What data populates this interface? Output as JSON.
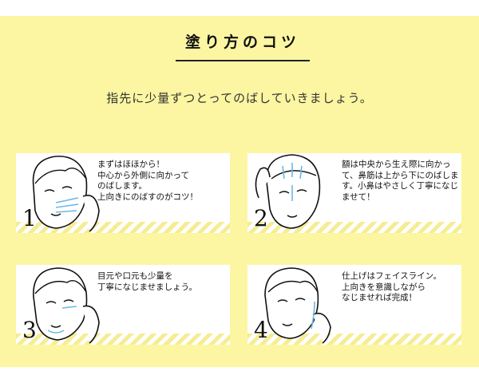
{
  "title": "塗り方のコツ",
  "subtitle": "指先に少量ずつとってのばしていきましょう。",
  "steps": [
    {
      "number": "1",
      "text": "まずはほほから！\n中心から外側に向かって\nのばします。\n上向きにのばすのがコツ！"
    },
    {
      "number": "2",
      "text": "額は中央から生え際に向かって、鼻筋は上から下にのばします。小鼻はやさしく丁寧になじませて！"
    },
    {
      "number": "3",
      "text": "目元や口元も少量を\n丁寧になじませましょう。"
    },
    {
      "number": "4",
      "text": "仕上げはフェイスライン。\n上向きを意識しながら\nなじませれば完成！"
    }
  ],
  "colors": {
    "background": "#fcf6a2",
    "stripe": "#f6ec92",
    "arrow": "#6ab8e4"
  }
}
